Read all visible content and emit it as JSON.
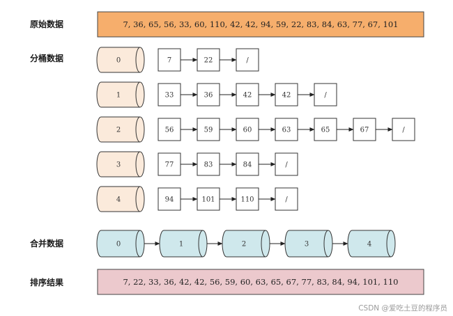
{
  "labels": {
    "original": "原始数据",
    "buckets": "分桶数据",
    "merge": "合并数据",
    "result": "排序结果"
  },
  "original_sequence": "7, 36, 65, 56, 33, 60, 110, 42, 42, 94, 59, 22, 83, 84, 63, 77, 67, 101",
  "result_sequence": "7, 22, 33, 36, 42, 42, 56, 59, 60, 63, 65, 67, 77, 83, 84, 94, 101, 110",
  "buckets": [
    {
      "id": "0",
      "items": [
        "7",
        "22"
      ]
    },
    {
      "id": "1",
      "items": [
        "33",
        "36",
        "42",
        "42"
      ]
    },
    {
      "id": "2",
      "items": [
        "56",
        "59",
        "60",
        "63",
        "65",
        "67"
      ]
    },
    {
      "id": "3",
      "items": [
        "77",
        "83",
        "84"
      ]
    },
    {
      "id": "4",
      "items": [
        "94",
        "101",
        "110"
      ]
    }
  ],
  "null_marker": "/",
  "merge_nodes": [
    "0",
    "1",
    "2",
    "3",
    "4"
  ],
  "watermark": "CSDN @爱吃土豆的程序员",
  "colors": {
    "original_fill": "#f6ae6c",
    "result_fill": "#ecc9cd",
    "bucket_fill": "#fbeadb",
    "merge_fill": "#cfe8ec",
    "stroke": "#333333"
  }
}
